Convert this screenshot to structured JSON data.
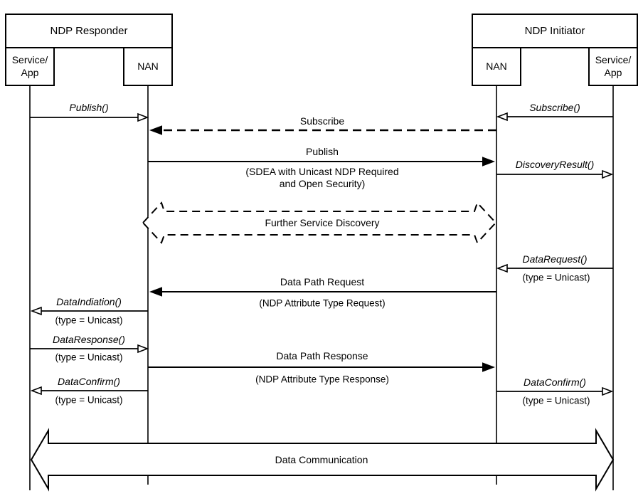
{
  "colors": {
    "ink": "#000000",
    "background": "#ffffff"
  },
  "diagram": {
    "actors": {
      "responder": {
        "title": "NDP Responder",
        "service_app_line1": "Service/",
        "service_app_line2": "App",
        "nan": "NAN"
      },
      "initiator": {
        "title": "NDP Initiator",
        "nan": "NAN",
        "service_app_line1": "Service/",
        "service_app_line2": "App"
      }
    },
    "messages": {
      "publish_call": {
        "label": "Publish()"
      },
      "subscribe_air": {
        "label": "Subscribe"
      },
      "publish_air": {
        "label": "Publish",
        "sublabel1": "(SDEA with Unicast NDP Required",
        "sublabel2": "and Open Security)"
      },
      "subscribe_call": {
        "label": "Subscribe()"
      },
      "discovery_result_call": {
        "label": "DiscoveryResult()"
      },
      "further_service_discovery": {
        "label": "Further Service Discovery"
      },
      "data_request_call": {
        "label": "DataRequest()",
        "sublabel": "(type = Unicast)"
      },
      "data_path_request_air": {
        "label": "Data Path Request",
        "sublabel": "(NDP Attribute Type Request)"
      },
      "data_indication_call": {
        "label": "DataIndiation()",
        "sublabel": "(type = Unicast)"
      },
      "data_response_call": {
        "label": "DataResponse()",
        "sublabel": "(type = Unicast)"
      },
      "data_path_response_air": {
        "label": "Data Path Response",
        "sublabel": "(NDP Attribute Type Response)"
      },
      "data_confirm_responder_call": {
        "label": "DataConfirm()",
        "sublabel": "(type = Unicast)"
      },
      "data_confirm_initiator_call": {
        "label": "DataConfirm()",
        "sublabel": "(type = Unicast)"
      },
      "data_communication": {
        "label": "Data Communication"
      }
    }
  }
}
